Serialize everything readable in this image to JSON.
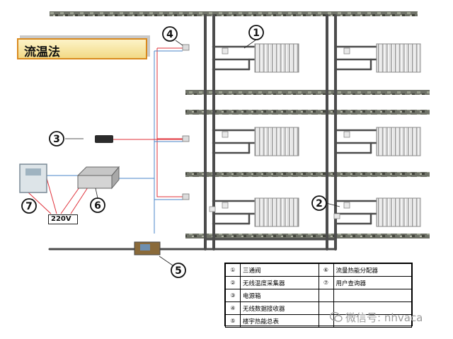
{
  "title": "流温法",
  "voltage": "220V",
  "callouts": [
    {
      "id": "c1",
      "label": "1"
    },
    {
      "id": "c2",
      "label": "2"
    },
    {
      "id": "c3",
      "label": "3"
    },
    {
      "id": "c4",
      "label": "4"
    },
    {
      "id": "c5",
      "label": "5"
    },
    {
      "id": "c6",
      "label": "6"
    },
    {
      "id": "c7",
      "label": "7"
    }
  ],
  "legend": [
    {
      "num": "①",
      "text": "三通阀",
      "num2": "⑥",
      "text2": "流量热能分配器"
    },
    {
      "num": "②",
      "text": "无线温度采集器",
      "num2": "⑦",
      "text2": "用户查询器"
    },
    {
      "num": "③",
      "text": "电源箱",
      "num2": "",
      "text2": ""
    },
    {
      "num": "④",
      "text": "无线数据接收器",
      "num2": "",
      "text2": ""
    },
    {
      "num": "⑤",
      "text": "楼宇热能总表",
      "num2": "",
      "text2": ""
    }
  ],
  "watermark": "微信号: nhvaca",
  "colors": {
    "title_border": "#d98a1f",
    "signal_red": "#e0313a",
    "signal_blue": "#4a86c8",
    "pipe": "#4c4c4c"
  }
}
